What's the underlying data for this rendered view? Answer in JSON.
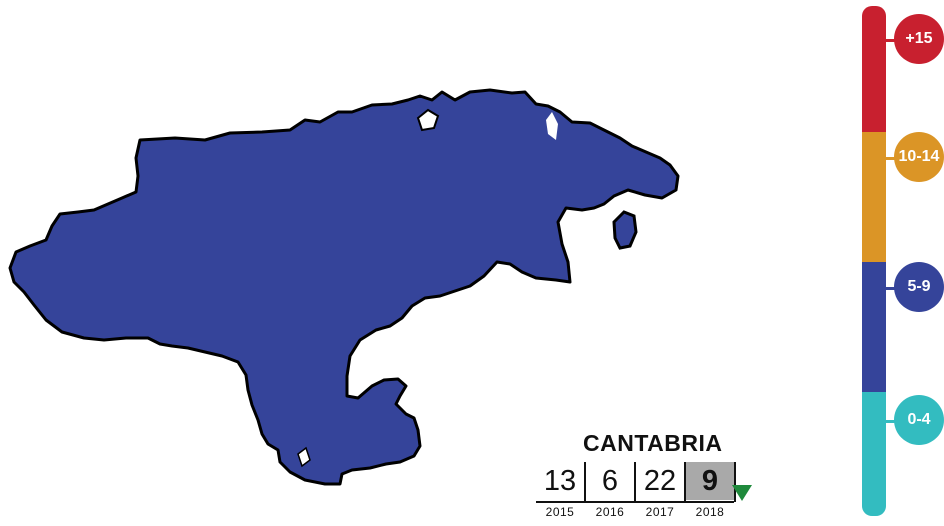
{
  "map": {
    "region_fill": "#35449a",
    "outline_color": "#000000"
  },
  "legend": {
    "bands": [
      {
        "label": "+15",
        "color": "#c8202f"
      },
      {
        "label": "10-14",
        "color": "#db9526"
      },
      {
        "label": "5-9",
        "color": "#35449a"
      },
      {
        "label": "0-4",
        "color": "#33bcc0"
      }
    ]
  },
  "stats": {
    "region": "CANTABRIA",
    "values": [
      "13",
      "6",
      "22",
      "9"
    ],
    "years": [
      "2015",
      "2016",
      "2017",
      "2018"
    ],
    "highlighted_year": "2018",
    "trend": "down",
    "trend_icon": "triangle-down-icon",
    "trend_color": "#1f8a3c"
  }
}
